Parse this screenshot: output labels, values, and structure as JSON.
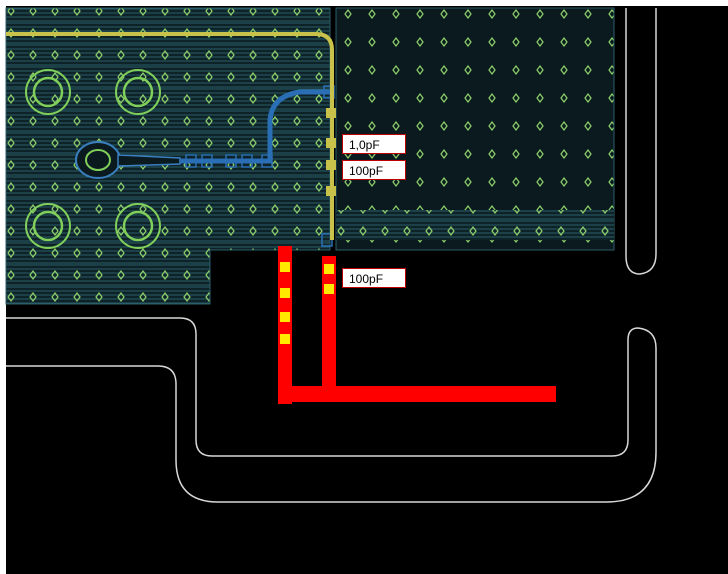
{
  "labels": {
    "cap_top": "1,0pF",
    "cap_mid": "100pF",
    "cap_bottom": "100pF"
  },
  "colors": {
    "background": "#000000",
    "ground_plane": "#1e4a52",
    "via": "#86c96b",
    "trace_blue": "#2a6fb5",
    "trace_yellow": "#c9c24a",
    "feed_red": "#ff0000",
    "pad_yellow": "#ffea00",
    "outline": "#d8d8d8",
    "label_border": "#c00000"
  },
  "icons": {
    "mounting_hole": "circle-ring-icon",
    "via": "diamond-dot-icon",
    "pad": "square-pad-icon"
  }
}
